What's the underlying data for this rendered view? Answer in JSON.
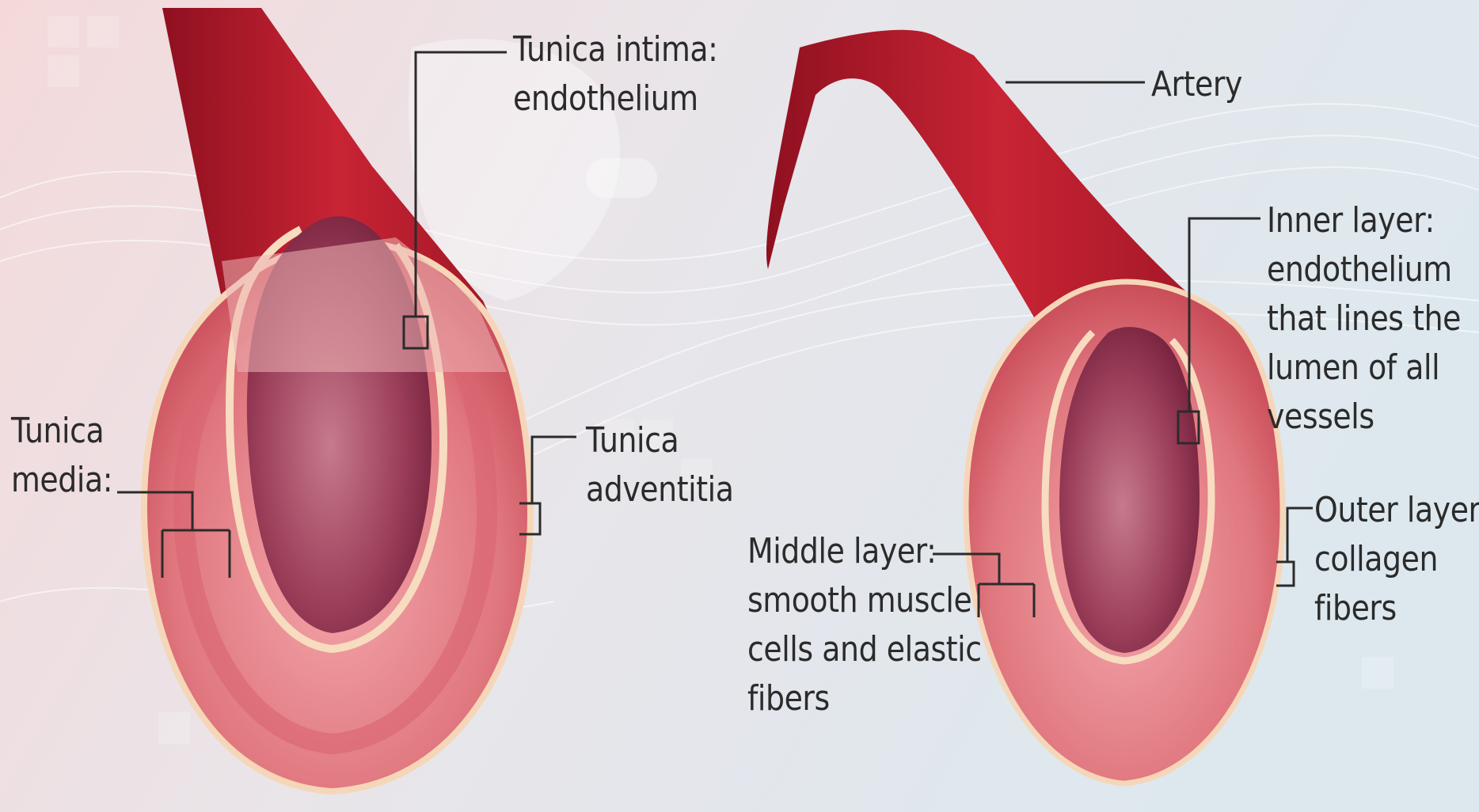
{
  "colors": {
    "background_left": "#f2d6d8",
    "background_right": "#e3eaef",
    "vessel_red": "#b81e2e",
    "wall_pink": "#e58a90",
    "lumen_dark": "#8a2c45",
    "leader_line": "#2b2b2b"
  },
  "left_figure": {
    "tunica_intima": [
      "Tunica intima:",
      "endothelium"
    ],
    "tunica_media": [
      "Tunica",
      "media:"
    ],
    "tunica_adventitia": [
      "Tunica",
      "adventitia"
    ]
  },
  "right_figure": {
    "artery": [
      "Artery"
    ],
    "inner_layer": [
      "Inner layer:",
      "endothelium",
      "that lines the",
      "lumen of all",
      "vessels"
    ],
    "middle_layer": [
      "Middle layer:",
      "smooth muscle",
      "cells and elastic",
      "fibers"
    ],
    "outer_layer": [
      "Outer layer:",
      "collagen",
      "fibers"
    ]
  }
}
